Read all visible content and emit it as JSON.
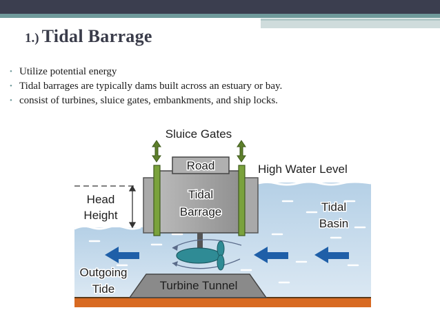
{
  "slide": {
    "title_number": "1.)",
    "title_text": "Tidal Barrage",
    "bullets": [
      "Utilize potential energy",
      "Tidal barrages are typically dams built  across an estuary or bay.",
      "consist of turbines, sluice gates,  embankments, and ship locks."
    ]
  },
  "diagram": {
    "labels": {
      "sluice_gates": "Sluice Gates",
      "road": "Road",
      "high_water_level": "High Water Level",
      "head_line1": "Head",
      "head_line2": "Height",
      "barrage_line1": "Tidal",
      "barrage_line2": "Barrage",
      "basin_line1": "Tidal",
      "basin_line2": "Basin",
      "outgoing_line1": "Outgoing",
      "outgoing_line2": "Tide",
      "turbine_tunnel": "Turbine Tunnel"
    },
    "colors": {
      "water": "#c9dceb",
      "water_dark": "#a9c6de",
      "arrow": "#1f5fa8",
      "gate_green": "#7aa23c",
      "concrete": "#9a9a9a",
      "seabed": "#d86a22",
      "turbine": "#2f8b95"
    }
  }
}
